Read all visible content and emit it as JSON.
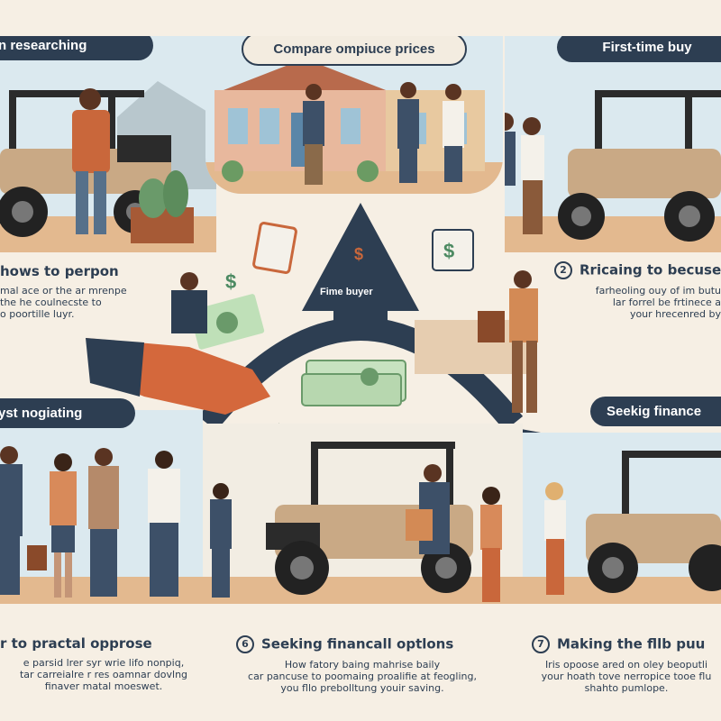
{
  "panels": {
    "top_left": {
      "pill": "n researching"
    },
    "top_center": {
      "pill": "Compare ompiuce prices"
    },
    "top_right": {
      "pill": "First-time buy"
    },
    "mid_left": {
      "heading": "hows to  perpon",
      "body": [
        "mal ace or the ar mrenpe",
        "the he coulnecste to",
        "o poortille luyr."
      ]
    },
    "mid_right": {
      "number": "2",
      "heading": "Rricaing to becuseo",
      "body": [
        "farheoling ouy of im butu",
        "lar forrel be frtinece a",
        "your hrecenred by"
      ]
    },
    "center": {
      "label": "Fime buyer",
      "symbol": "$"
    },
    "bottom_left_pill": {
      "pill": "yst  nogiating"
    },
    "bottom_right_pill": {
      "pill": "Seekig finance"
    },
    "bottom_left": {
      "heading": "r to practal opprose",
      "body": [
        "e parsid lrer syr wrie lifo nonpiq,",
        "tar carreialre r res oamnar dovlng",
        "finaver matal moeswet."
      ]
    },
    "bottom_center": {
      "number": "6",
      "heading": "Seeking financall optlons",
      "body": [
        "How fatory baing mahrise baily",
        "car pancuse to poomaing proalifie at feogling,",
        "you fllo prebolltung youir saving."
      ]
    },
    "bottom_right": {
      "number": "7",
      "heading": "Making the fllb puu",
      "body": [
        "Iris opoose ared on oley beoputli",
        "your hoath tove nerropice tooe flu",
        "shahto pumlope."
      ]
    }
  },
  "colors": {
    "navy": "#2d3e52",
    "cream": "#f6efe4",
    "sand": "#e3b98f",
    "sky": "#dbe9ef",
    "rust": "#c9673b",
    "green": "#4c8a62"
  }
}
